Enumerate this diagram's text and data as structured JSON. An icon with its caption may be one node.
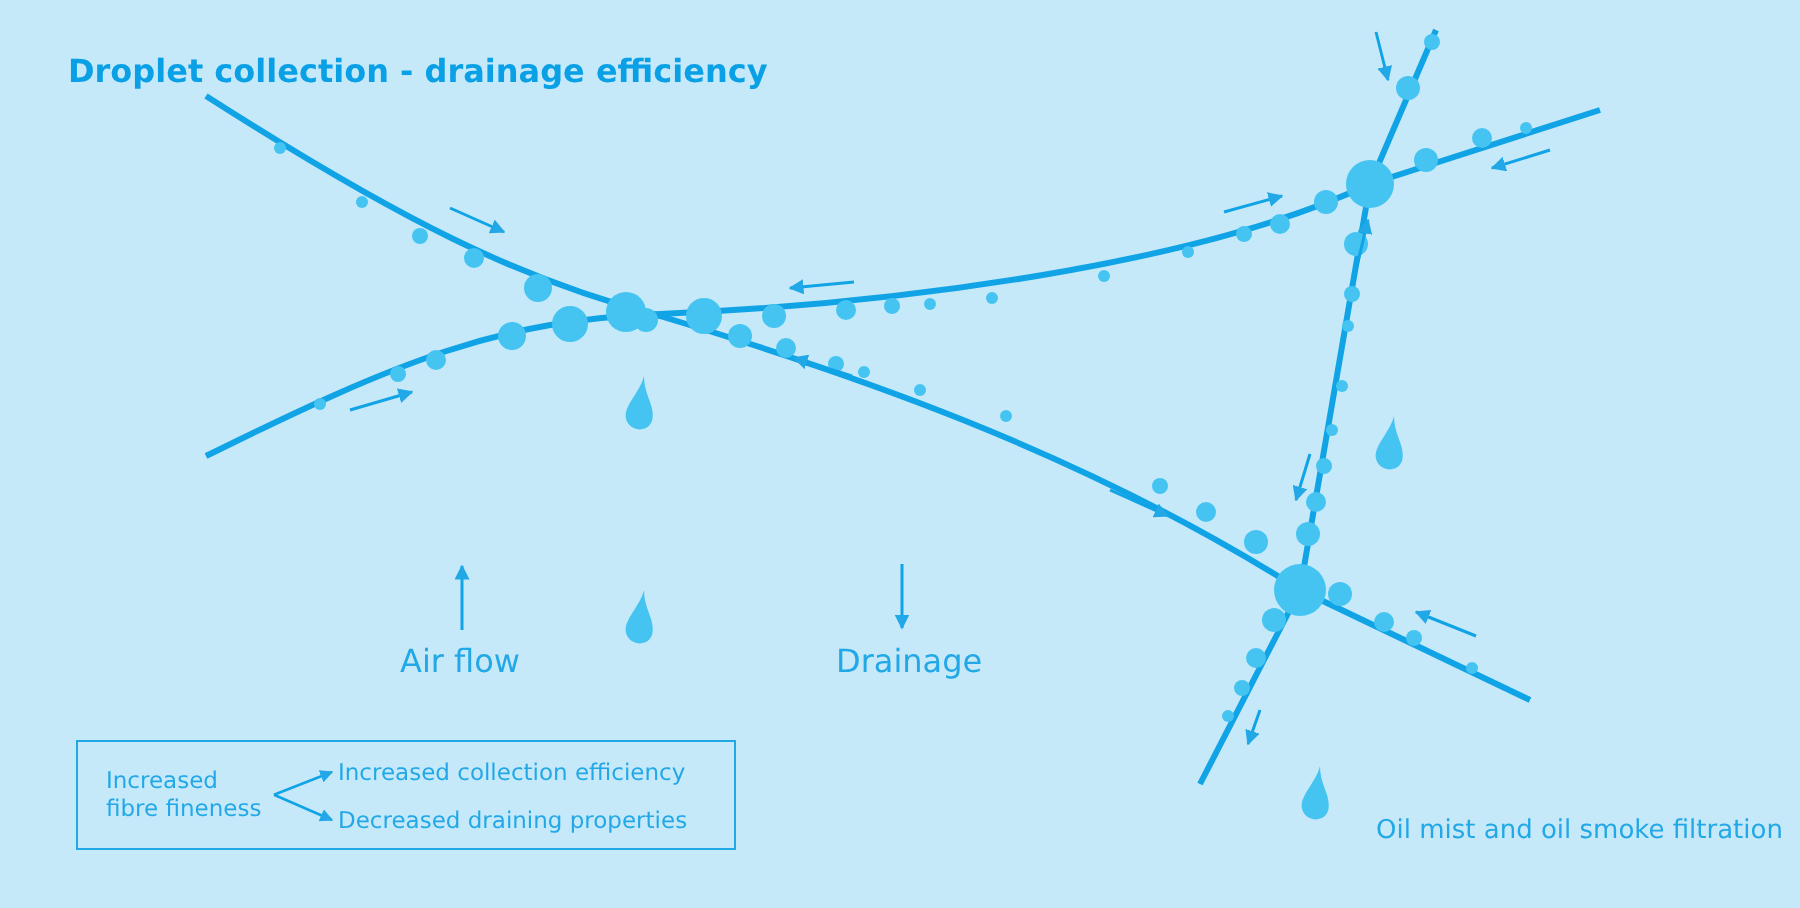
{
  "diagram": {
    "title": "Droplet collection - drainage efficiency",
    "nodes": [
      {
        "text": [],
        "shape": "box"
      },
      {
        "text": [
          "Increased fibre fineness"
        ],
        "in": 0
      },
      {
        "text": [
          "Increased collection efficiency"
        ],
        "in": 0
      },
      {
        "text": [
          "Decreased draining properties"
        ],
        "in": 0
      }
    ],
    "edges": [
      {
        "from": 1,
        "to": 2,
        "arrow": "to"
      },
      {
        "from": 1,
        "to": 3,
        "arrow": "to"
      }
    ],
    "labels": [
      "Air flow",
      "Drainage",
      "Oil mist and oil smoke filtration"
    ]
  }
}
